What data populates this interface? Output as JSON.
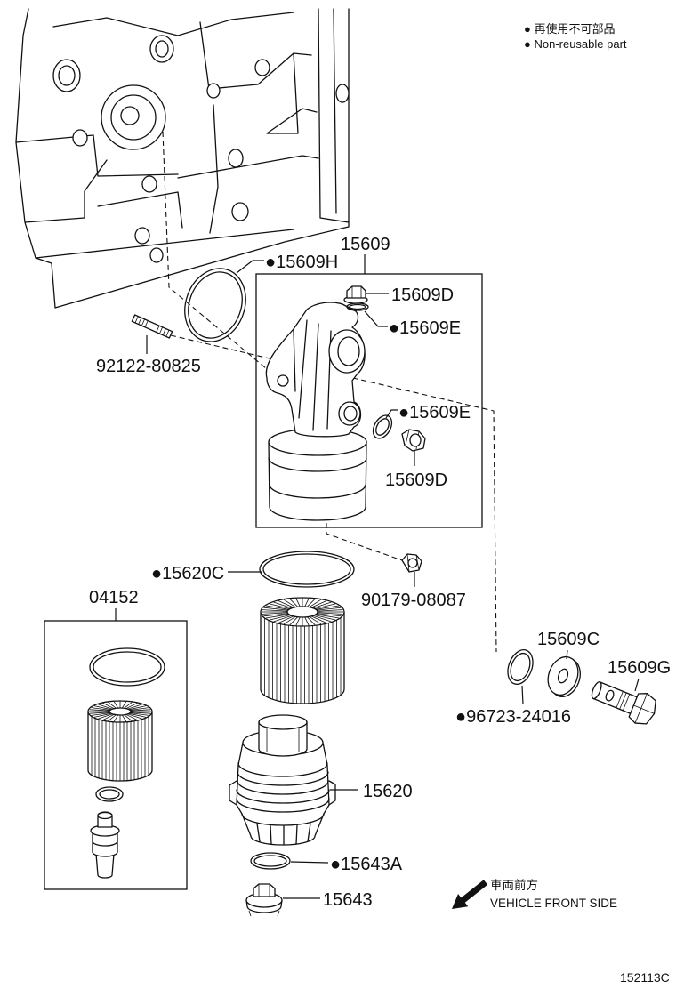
{
  "legend": {
    "ja": "● 再使用不可部品",
    "en": "● Non-reusable part"
  },
  "labels": {
    "oil_filter_bracket": "15609",
    "bracket_o_ring": "●15609H",
    "upper_plug": "15609D",
    "upper_gasket": "●15609E",
    "stud_bolt": "92122-80825",
    "side_gasket": "●15609E",
    "side_plug": "15609D",
    "cap_o_ring": "●15620C",
    "element_kit": "04152",
    "flange_bolt": "90179-08087",
    "washer": "15609C",
    "union_bolt": "15609G",
    "union_gasket": "●96723-24016",
    "filter_cap": "15620",
    "drain_o_ring": "●15643A",
    "drain_plug": "15643"
  },
  "direction": {
    "ja": "車両前方",
    "en": "VEHICLE FRONT SIDE"
  },
  "figure_code": "152113C"
}
